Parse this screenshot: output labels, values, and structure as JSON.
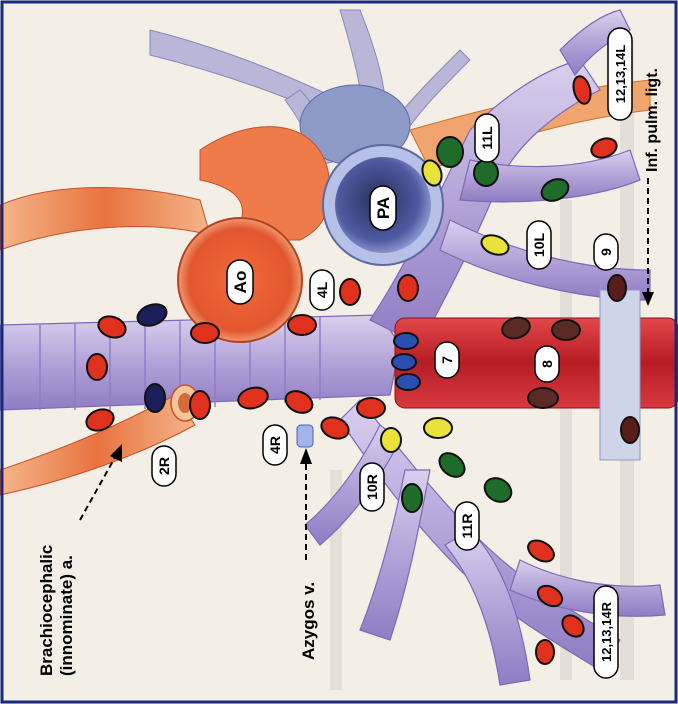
{
  "structures": {
    "aorta": "Ao",
    "pulmonary_artery": "PA"
  },
  "station_labels": {
    "s2R": "2R",
    "s4R": "4R",
    "s4L": "4L",
    "s7": "7",
    "s8": "8",
    "s9": "9",
    "s10R": "10R",
    "s10L": "10L",
    "s11R": "11R",
    "s11L": "11L",
    "s12R": "12,13,14R",
    "s12L": "12,13,14L"
  },
  "annotations": {
    "brachiocephalic_1": "Brachiocephalic",
    "brachiocephalic_2": "(innominate) a.",
    "azygos": "Azygos v.",
    "inf_pulm": "Inf. pulm. ligt."
  },
  "colors": {
    "node_red": "#e0301e",
    "node_navy": "#1c1f5c",
    "node_green": "#1f6b2a",
    "node_yellow": "#e8e23a",
    "node_brown": "#5a1e1a",
    "node_blue": "#2a4fb0",
    "airway": "#b7a9d6",
    "aorta": "#e2572e",
    "descending_aorta": "#c4222a",
    "pulmonary_artery": "#3f4a8a",
    "frame": "#1a2a7a"
  }
}
